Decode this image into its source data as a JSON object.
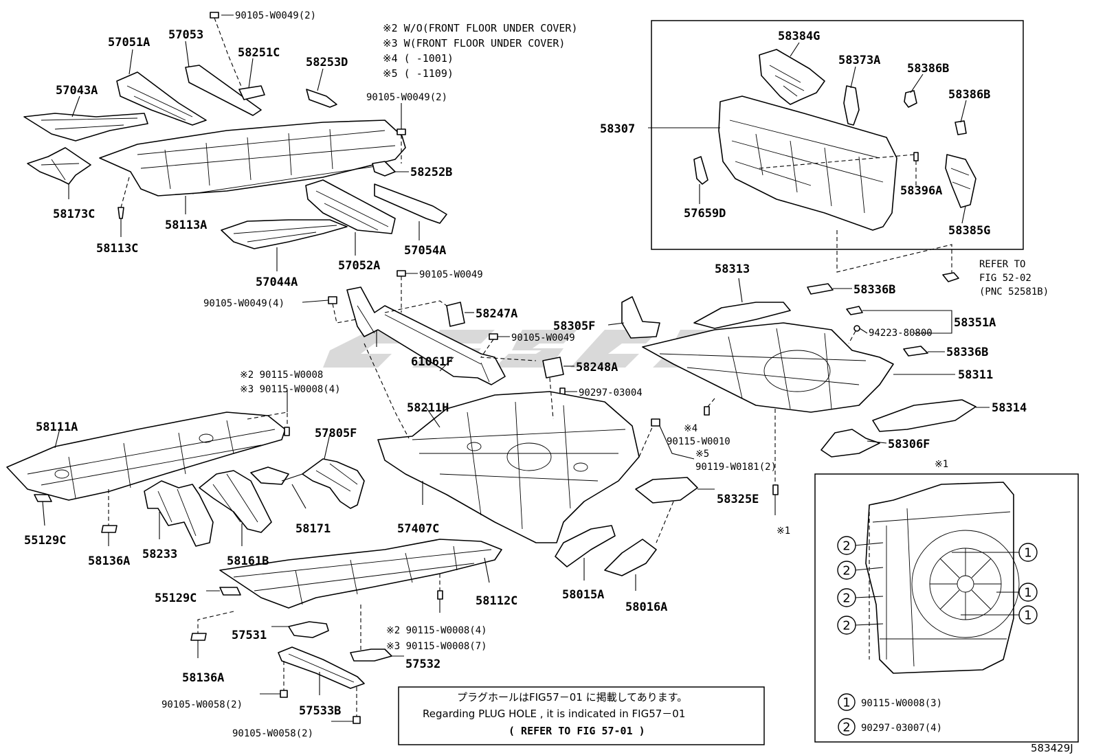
{
  "notes": [
    "※2 W/O(FRONT FLOOR UNDER COVER)",
    "※3 W(FRONT FLOOR UNDER COVER)",
    "※4 (     -1001)",
    "※5 (     -1109)"
  ],
  "parts": [
    "90105-W0049(2)",
    "57051A",
    "57053",
    "58251C",
    "58253D",
    "57043A",
    "90105-W0049(2)",
    "58252B",
    "58173C",
    "58113A",
    "58113C",
    "57044A",
    "57052A",
    "57054A",
    "58384G",
    "58373A",
    "58386B",
    "58386B",
    "58307",
    "58396A",
    "57659D",
    "58385G",
    "REFER TO",
    "FIG 52-02",
    "(PNC 52581B)",
    "90105-W0049",
    "90105-W0049(4)",
    "58247A",
    "61061F",
    "90105-W0049",
    "58248A",
    "90297-03004",
    "58313",
    "58336B",
    "58305F",
    "58351A",
    "94223-80800",
    "58336B",
    "58311",
    "58314",
    "58306F",
    "※2 90115-W0008",
    "※3 90115-W0008(4)",
    "58111A",
    "58211H",
    "57805F",
    "※4",
    "90115-W0010",
    "※5",
    "90119-W0181(2)",
    "58325E",
    "※1",
    "55129C",
    "58136A",
    "58233",
    "58161B",
    "58171",
    "57407C",
    "58015A",
    "58016A",
    "55129C",
    "58112C",
    "57531",
    "※2 90115-W0008(4)",
    "※3 90115-W0008(7)",
    "58136A",
    "57532",
    "90105-W0058(2)",
    "57533B",
    "90105-W0058(2)",
    "※1"
  ],
  "inset": {
    "callouts": [
      "1",
      "1",
      "1",
      "2",
      "2",
      "2",
      "2"
    ],
    "legend": [
      {
        "num": "1",
        "part": "90115-W0008(3)"
      },
      {
        "num": "2",
        "part": "90297-03007(4)"
      }
    ]
  },
  "plug_note": {
    "jp": "プラグホールはFIG57－01 に掲載してあります。",
    "en": "Regarding  PLUG  HOLE  ,  it  is  indicated  in  FIG57－01",
    "ref": "(  REFER  TO  FIG  57-01  )"
  },
  "diagram_code": "583429J"
}
